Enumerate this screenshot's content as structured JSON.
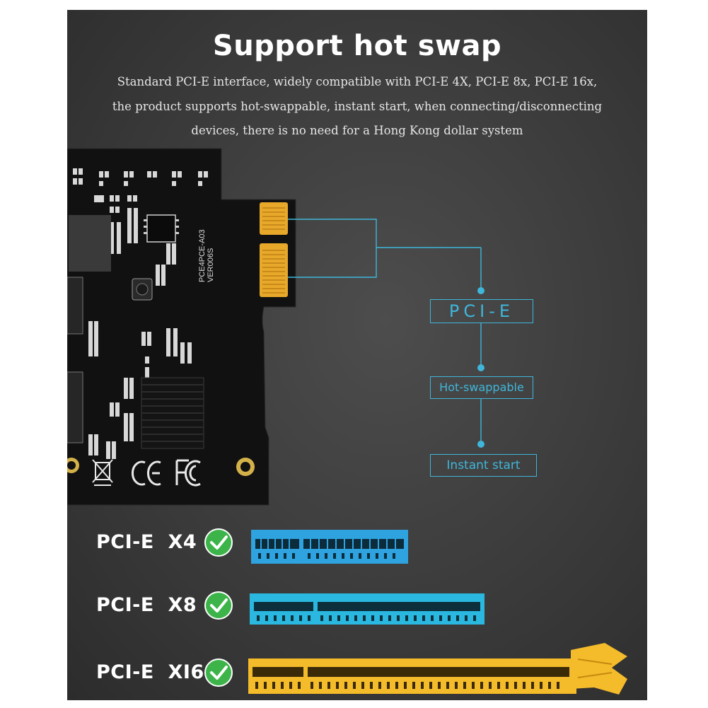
{
  "title": "Support hot swap",
  "description": {
    "line1": "Standard PCI-E interface, widely compatible with PCI-E 4X, PCI-E 8x, PCI-E 16x,",
    "line2": "the product supports hot-swappable, instant start, when connecting/disconnecting",
    "line3": "devices, there is no need for a Hong Kong dollar system"
  },
  "board_silkscreen": {
    "model": "PCE4PCE-A03",
    "version": "VER006S"
  },
  "flow": {
    "step1": "PCI-E",
    "step2": "Hot-swappable",
    "step3": "Instant start"
  },
  "slots": [
    {
      "label": "PCI-E  X4",
      "color": "#2ea3df",
      "compatible": true
    },
    {
      "label": "PCI-E  X8",
      "color": "#2ab8e0",
      "compatible": true
    },
    {
      "label": "PCI-E  XI6",
      "color": "#f4bb2a",
      "compatible": true
    }
  ],
  "colors": {
    "accent": "#3fb6da",
    "check": "#3cb44a",
    "gold": "#e8a82a",
    "pcb": "#111111"
  },
  "icons": [
    "check-icon",
    "ce-mark-icon",
    "fc-mark-icon",
    "weee-icon"
  ]
}
